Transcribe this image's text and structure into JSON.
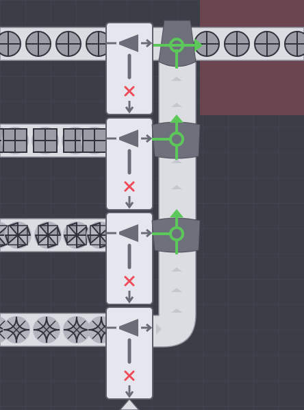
{
  "colors": {
    "background": "#3b3d47",
    "grid_line": "#454854",
    "blocked_zone": "#6a454f",
    "belt": "#dcdde3",
    "belt_edge": "#8d8f99",
    "item_fill": "#9a9ca6",
    "item_stroke": "#30323b",
    "splitter_body": "#e6e7ee",
    "splitter_outline": "#5e606b",
    "splitter_icon": "#6a6c78",
    "output_mark": "#ee4b58",
    "merger_body": "#6e707c",
    "active_arrow": "#5cc85a",
    "chevron": "#c5c7cf"
  },
  "items": {
    "row_1": "circle-cross-shape",
    "row_2": "square-grid-shape",
    "row_3": "windmill-shape",
    "row_4": "star-shape"
  },
  "icons": {
    "splitter": "funnel-splitter-icon",
    "blocked_output": "x-mark-icon",
    "merger_arrow": "green-arrow-icon"
  }
}
